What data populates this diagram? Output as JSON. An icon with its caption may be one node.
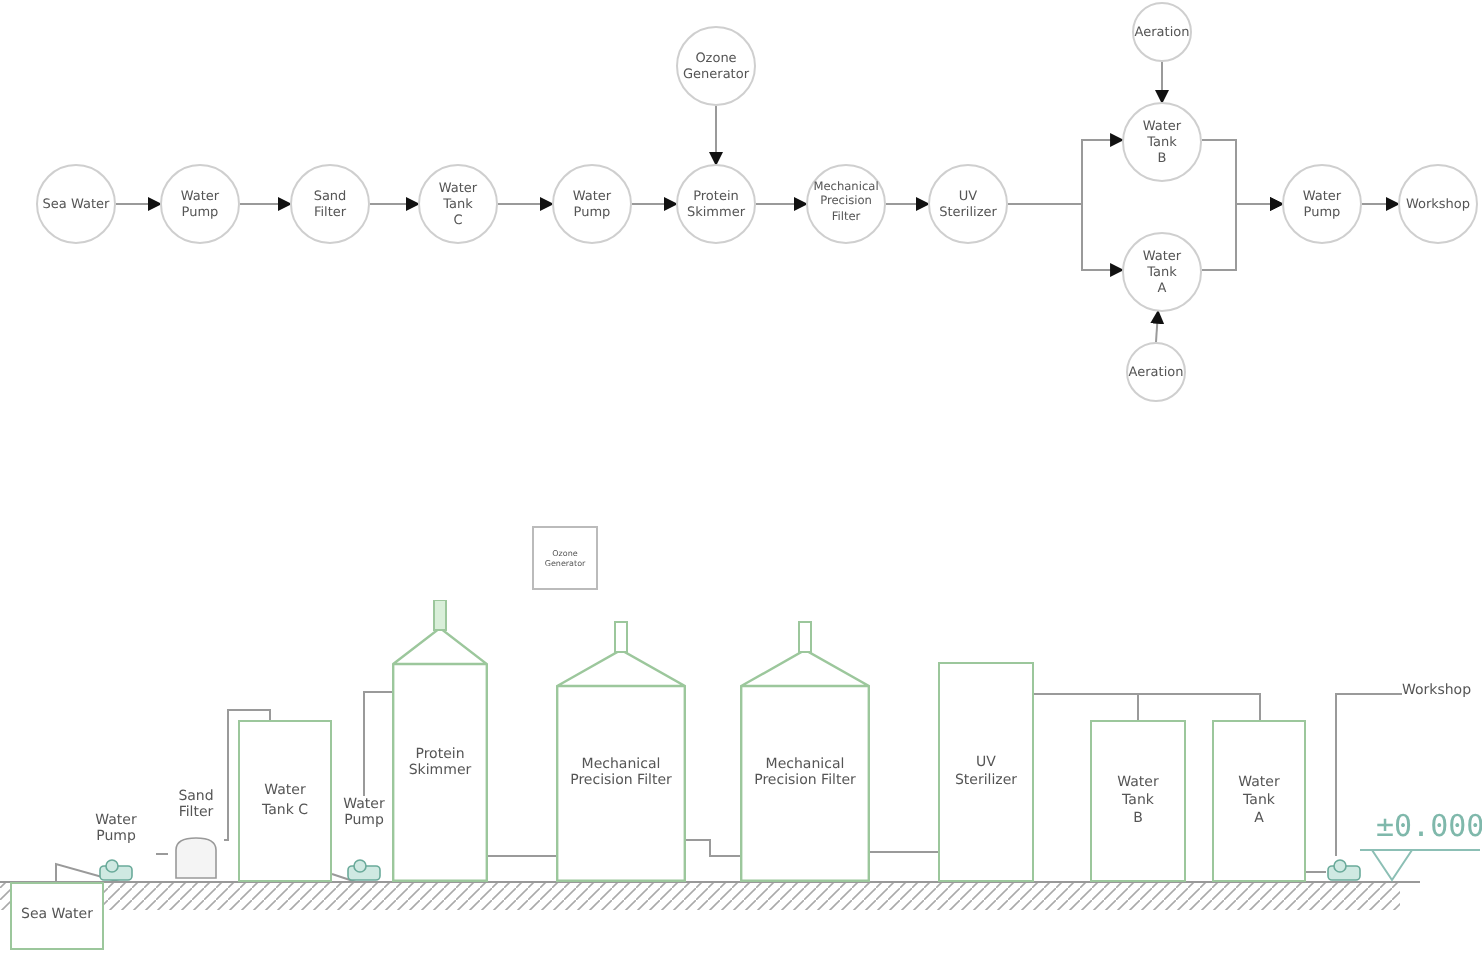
{
  "diagram": {
    "nodes": [
      {
        "text": [
          "Sea Water"
        ]
      },
      {
        "text": [
          "Water Pump"
        ]
      },
      {
        "text": [
          "Sand Filter"
        ]
      },
      {
        "text": [
          "Water Tank C"
        ]
      },
      {
        "text": [
          "Water Pump"
        ]
      },
      {
        "text": [
          "Ozone Generator"
        ]
      },
      {
        "text": [
          "Protein Skimmer"
        ]
      },
      {
        "text": [
          "Mechanical Precision Filter"
        ]
      },
      {
        "text": [
          "UV Sterilizer"
        ]
      },
      {
        "text": [
          "Aeration"
        ]
      },
      {
        "text": [
          "Water Tank B"
        ]
      },
      {
        "text": [
          "Water Tank A"
        ]
      },
      {
        "text": [
          "Aeration"
        ]
      },
      {
        "text": [
          "Water Pump"
        ]
      },
      {
        "text": [
          "Workshop"
        ]
      },
      {
        "text": [
          "Sea Water"
        ]
      },
      {
        "text": [
          "Water Pump"
        ]
      },
      {
        "text": [
          "Sand Filter"
        ]
      },
      {
        "text": [
          "Water Tank C"
        ]
      },
      {
        "text": [
          "Water Pump"
        ]
      },
      {
        "text": [
          "Ozone Generator"
        ]
      },
      {
        "text": [
          "Protein Skimmer"
        ]
      },
      {
        "text": [
          "Mechanical Precision Filter"
        ]
      },
      {
        "text": [
          "Mechanical Precision Filter"
        ]
      },
      {
        "text": [
          "UV Sterilizer"
        ]
      },
      {
        "text": [
          "Water Tank B"
        ]
      },
      {
        "text": [
          "Water Tank A"
        ]
      },
      {
        "text": [],
        "shape": "pump"
      },
      {
        "text": [
          "Workshop"
        ]
      }
    ],
    "edges": [
      {
        "from": 0,
        "to": 1,
        "arrow": "to"
      },
      {
        "from": 1,
        "to": 2,
        "arrow": "to"
      },
      {
        "from": 2,
        "to": 3,
        "arrow": "to"
      },
      {
        "from": 3,
        "to": 4,
        "arrow": "to"
      },
      {
        "from": 4,
        "to": 6,
        "arrow": "to"
      },
      {
        "from": 5,
        "to": 6,
        "arrow": "to"
      },
      {
        "from": 6,
        "to": 7,
        "arrow": "to"
      },
      {
        "from": 7,
        "to": 8,
        "arrow": "to"
      },
      {
        "from": 8,
        "to": 10,
        "arrow": "to"
      },
      {
        "from": 8,
        "to": 11,
        "arrow": "to"
      },
      {
        "from": 9,
        "to": 10,
        "arrow": "to"
      },
      {
        "from": 12,
        "to": 11,
        "arrow": "to"
      },
      {
        "from": 10,
        "to": 13,
        "arrow": "to"
      },
      {
        "from": 11,
        "to": 13,
        "arrow": "to"
      },
      {
        "from": 13,
        "to": 14,
        "arrow": "to"
      },
      {
        "from": 15,
        "to": 16,
        "arrow": "none"
      },
      {
        "from": 16,
        "to": 17,
        "arrow": "none"
      },
      {
        "from": 17,
        "to": 18,
        "arrow": "none"
      },
      {
        "from": 18,
        "to": 19,
        "arrow": "none"
      },
      {
        "from": 19,
        "to": 21,
        "arrow": "none"
      },
      {
        "from": 21,
        "to": 22,
        "arrow": "none"
      },
      {
        "from": 22,
        "to": 23,
        "arrow": "none"
      },
      {
        "from": 23,
        "to": 24,
        "arrow": "none"
      },
      {
        "from": 24,
        "to": 25,
        "arrow": "none"
      },
      {
        "from": 24,
        "to": 26,
        "arrow": "none"
      },
      {
        "from": 26,
        "to": 27,
        "arrow": "none"
      },
      {
        "from": 27,
        "to": 28,
        "arrow": "none"
      }
    ],
    "labels": [
      "±0.000"
    ]
  }
}
